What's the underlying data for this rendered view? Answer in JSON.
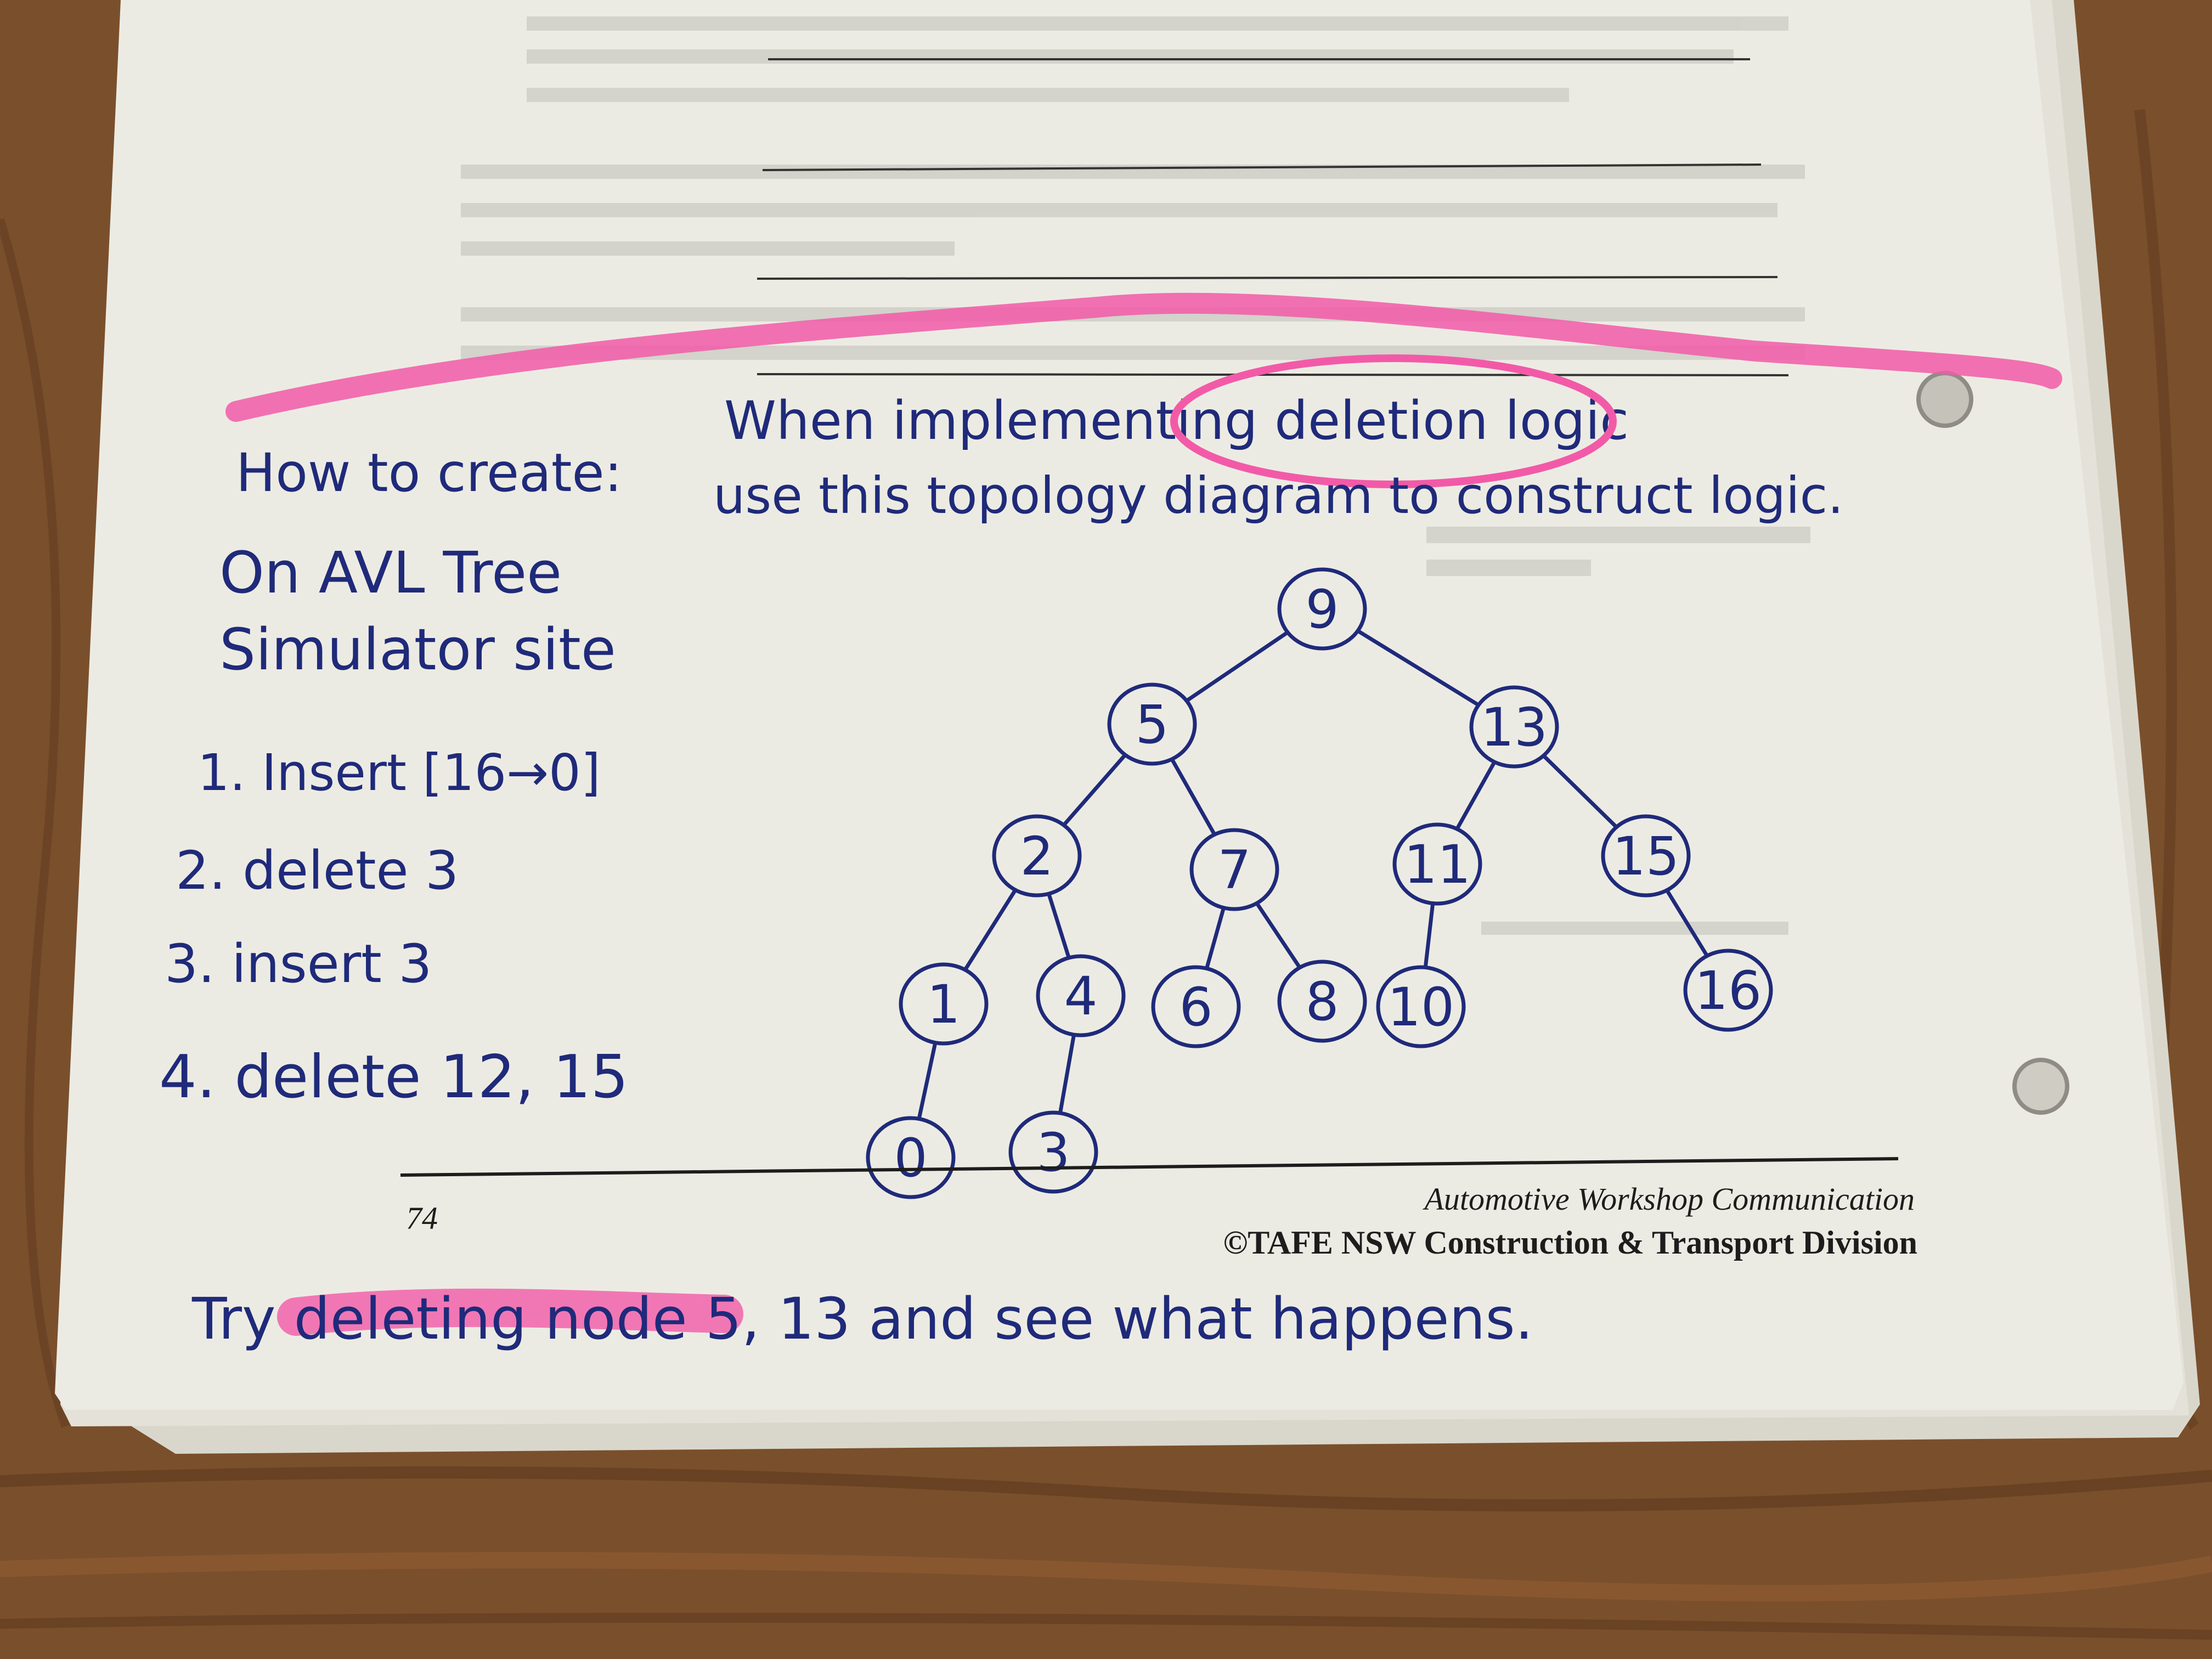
{
  "colors": {
    "wood": "#7a4f2c",
    "paper": "#ecebe3",
    "ink": "#1f2a7a",
    "highlighter": "#f25aa8",
    "print": "#1d1d1d"
  },
  "notes": {
    "heading_line1": "When implementing deletion logic",
    "highlight_word": "deletion",
    "heading_line2": "use this topology diagram to construct logic.",
    "how_to": "How to create:",
    "site_line1": "On AVL Tree",
    "site_line2": "Simulator site",
    "steps": [
      "1. Insert [16→0]",
      "2. delete 3",
      "3. insert 3",
      "4. delete 12, 15"
    ],
    "bottom_note": "Try deleting node 5, 13 and see what happens."
  },
  "tree": {
    "nodes": [
      "9",
      "5",
      "13",
      "2",
      "7",
      "11",
      "15",
      "1",
      "4",
      "6",
      "8",
      "10",
      "16",
      "0",
      "3"
    ],
    "edges": [
      [
        "9",
        "5"
      ],
      [
        "9",
        "13"
      ],
      [
        "5",
        "2"
      ],
      [
        "5",
        "7"
      ],
      [
        "13",
        "11"
      ],
      [
        "13",
        "15"
      ],
      [
        "2",
        "1"
      ],
      [
        "2",
        "4"
      ],
      [
        "7",
        "6"
      ],
      [
        "7",
        "8"
      ],
      [
        "11",
        "10"
      ],
      [
        "15",
        "16"
      ],
      [
        "1",
        "0"
      ],
      [
        "4",
        "3"
      ]
    ]
  },
  "footer": {
    "page_number": "74",
    "course": "Automotive Workshop Communication",
    "publisher": "©TAFE NSW Construction & Transport Division"
  }
}
